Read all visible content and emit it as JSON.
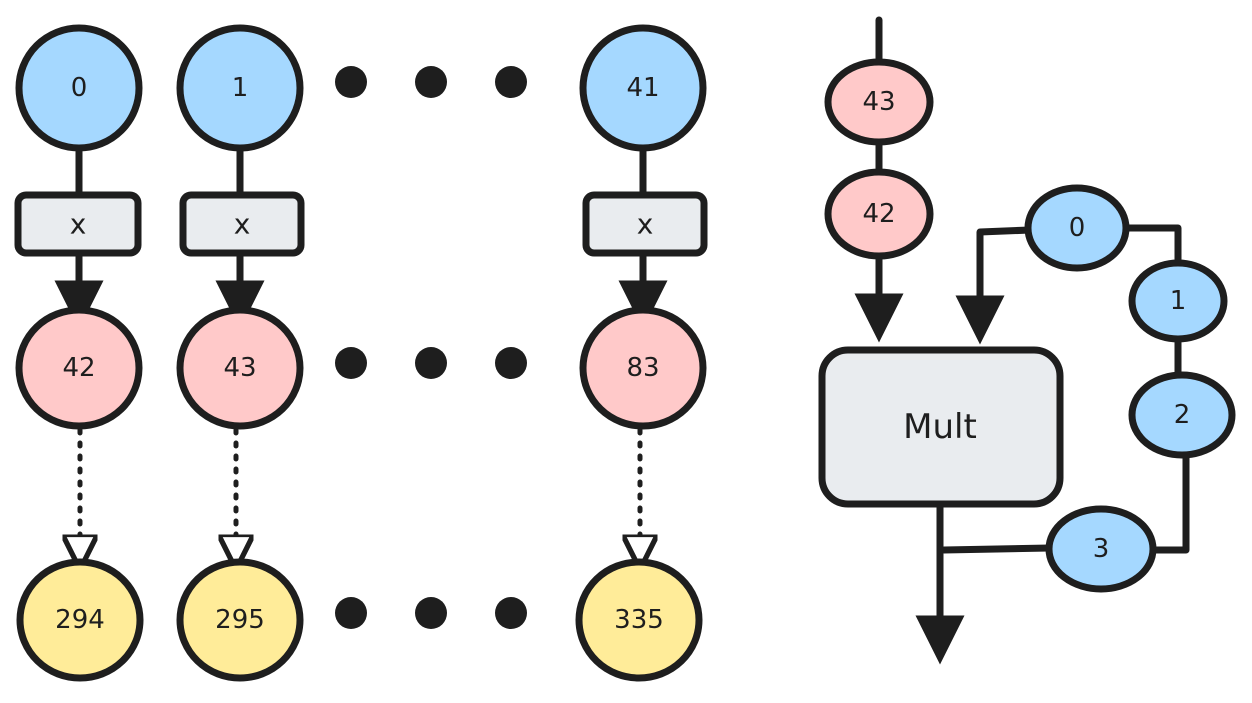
{
  "colors": {
    "blue": "#a5d8ff",
    "red": "#ffc9c9",
    "yellow": "#ffec99",
    "gray": "#e9ecef",
    "ink": "#1e1e1e"
  },
  "left_diagram": {
    "columns": [
      {
        "input": "0",
        "op": "x",
        "output": "42",
        "result": "294"
      },
      {
        "input": "1",
        "op": "x",
        "output": "43",
        "result": "295"
      },
      {
        "input": "41",
        "op": "x",
        "output": "83",
        "result": "335"
      }
    ]
  },
  "right_diagram": {
    "queue": [
      "43",
      "42"
    ],
    "mult_label": "Mult",
    "loop_nodes": [
      "0",
      "1",
      "2",
      "3"
    ]
  }
}
